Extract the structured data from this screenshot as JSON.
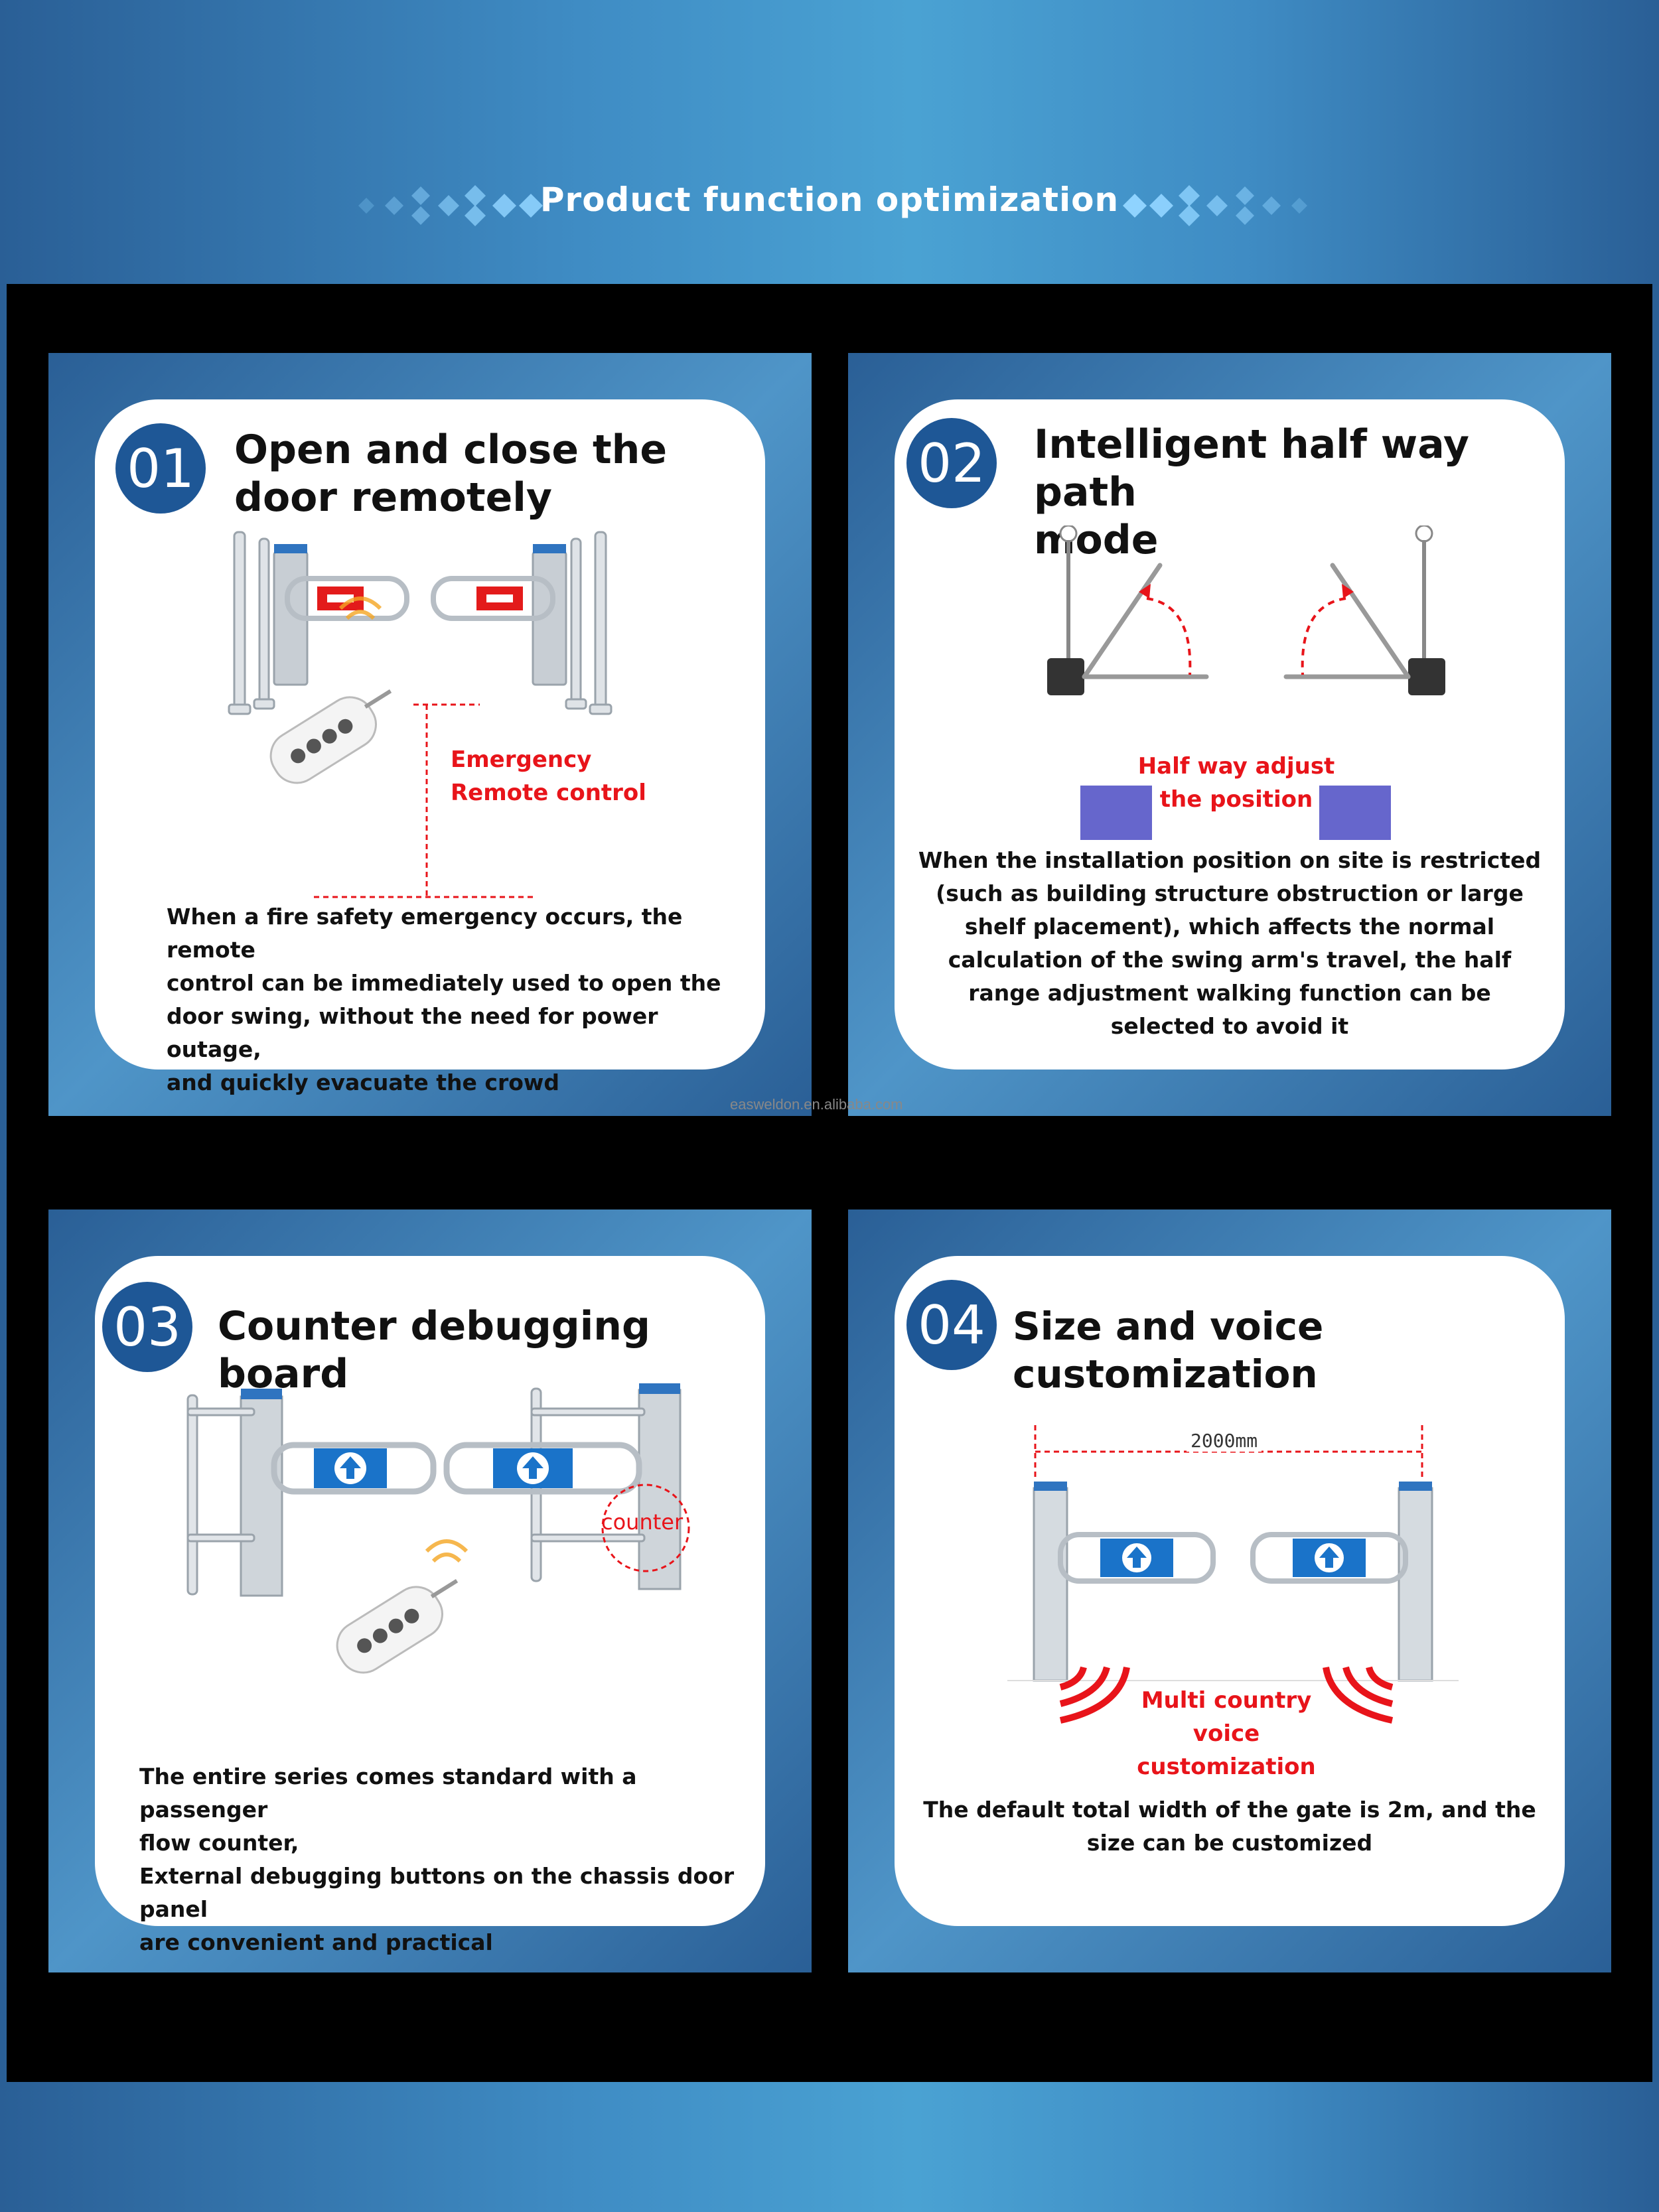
{
  "header": {
    "title": "Product function optimization"
  },
  "watermark": "easweldon.en.alibaba.com",
  "cards": [
    {
      "number": "01",
      "title_line1": "Open and close the",
      "title_line2": "door remotely",
      "label_line1": "Emergency",
      "label_line2": "Remote control",
      "desc_lines": [
        "When a fire safety emergency occurs, the remote",
        "control can be immediately used to open the",
        "door swing, without the need for power outage,",
        "and quickly evacuate the crowd"
      ]
    },
    {
      "number": "02",
      "title_line1": "Intelligent half way path",
      "title_line2": "mode",
      "label_line1": "Half way adjust",
      "label_line2": "the position",
      "desc_lines": [
        "When the installation position on site is restricted",
        "(such as building structure obstruction or large",
        "shelf placement), which affects the normal",
        "calculation of the swing arm's travel, the half",
        "range adjustment walking function can be",
        "selected to avoid it"
      ]
    },
    {
      "number": "03",
      "title_line1": "Counter debugging board",
      "label_line1": "counter",
      "desc_lines": [
        "The entire series comes standard with a passenger",
        "flow counter,",
        "External debugging buttons on the chassis door panel",
        "are convenient and practical"
      ]
    },
    {
      "number": "04",
      "title_line1": "Size and voice customization",
      "dimension": "2000mm",
      "label_line1": "Multi country voice",
      "label_line2": "customization",
      "desc_lines": [
        "The default total width of the gate is 2m, and the",
        "size can be customized"
      ]
    }
  ],
  "colors": {
    "accent_blue": "#1e5796",
    "label_red": "#e8141a",
    "purple_block": "#6666cc",
    "arrow_blue": "#1a73c9"
  }
}
